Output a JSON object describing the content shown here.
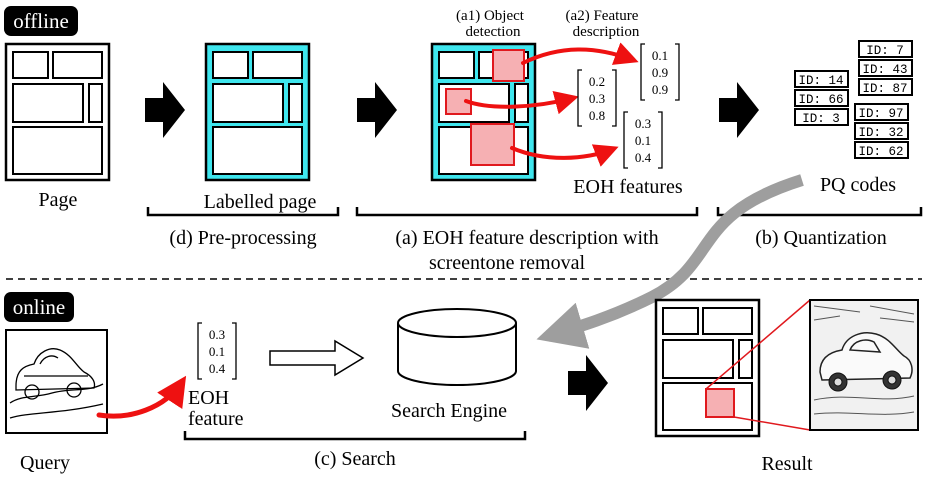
{
  "colors": {
    "accent_cyan": "#3fe6ee",
    "region_fill": "#f6b0b3",
    "region_stroke": "#e0191e",
    "arrow_red": "#ee1111",
    "arrow_gray": "#9e9e9e",
    "badge_bg": "#000000"
  },
  "offline": {
    "badge": "offline",
    "page_label": "Page",
    "labelled_page_label": "Labelled page",
    "step_a1": [
      "(a1) Object",
      "detection"
    ],
    "step_a2": [
      "(a2) Feature",
      "description"
    ],
    "vec1": [
      "0.1",
      "0.9",
      "0.9"
    ],
    "vec2": [
      "0.2",
      "0.3",
      "0.8"
    ],
    "vec3": [
      "0.3",
      "0.1",
      "0.4"
    ],
    "eoh_features_label": "EOH features",
    "pq_group_left": [
      "ID: 14",
      "ID: 66",
      "ID: 3"
    ],
    "pq_group_top": [
      "ID: 7",
      "ID: 43",
      "ID: 87"
    ],
    "pq_group_bottom": [
      "ID: 97",
      "ID: 32",
      "ID: 62"
    ],
    "pq_codes_label": "PQ codes",
    "stage_d": "(d) Pre-processing",
    "stage_a": [
      "(a) EOH feature description with",
      "screentone removal"
    ],
    "stage_b": "(b) Quantization"
  },
  "online": {
    "badge": "online",
    "query_label": "Query",
    "query_vec": [
      "0.3",
      "0.1",
      "0.4"
    ],
    "eoh_feature_label": [
      "EOH",
      "feature"
    ],
    "search_engine_label": "Search Engine",
    "stage_c": "(c) Search",
    "result_label": "Result"
  }
}
